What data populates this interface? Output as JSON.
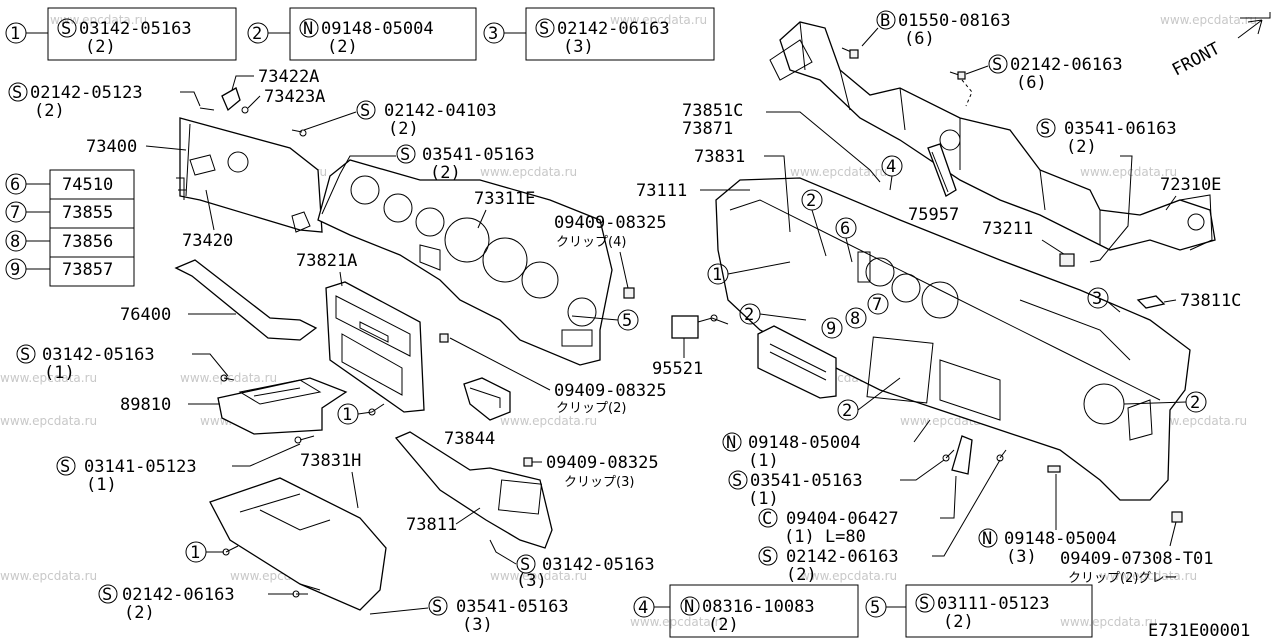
{
  "diagram_code": "E731E00001",
  "front_label": "FRONT",
  "watermark": "www.epcdata.ru",
  "legend_boxes": [
    {
      "num": "1",
      "prefix": "S",
      "part": "03142-05163",
      "qty": "(2)"
    },
    {
      "num": "2",
      "prefix": "N",
      "part": "09148-05004",
      "qty": "(2)"
    },
    {
      "num": "3",
      "prefix": "S",
      "part": "02142-06163",
      "qty": "(3)"
    },
    {
      "num": "4",
      "prefix": "N",
      "part": "08316-10083",
      "qty": "(2)"
    },
    {
      "num": "5",
      "prefix": "S",
      "part": "03111-05123",
      "qty": "(2)"
    }
  ],
  "side_table": [
    {
      "num": "6",
      "part": "74510"
    },
    {
      "num": "7",
      "part": "73855"
    },
    {
      "num": "8",
      "part": "73856"
    },
    {
      "num": "9",
      "part": "73857"
    }
  ],
  "fasteners": [
    {
      "prefix": "B",
      "part": "01550-08163",
      "qty": "(6)"
    },
    {
      "prefix": "S",
      "part": "02142-06163",
      "qty": "(6)"
    },
    {
      "prefix": "S",
      "part": "03541-06163",
      "qty": "(2)"
    },
    {
      "prefix": "S",
      "part": "02142-05123",
      "qty": "(2)"
    },
    {
      "prefix": "S",
      "part": "02142-04103",
      "qty": "(2)"
    },
    {
      "prefix": "S",
      "part": "03541-05163",
      "qty": "(2)"
    },
    {
      "prefix": "S",
      "part": "03142-05163",
      "qty": "(1)"
    },
    {
      "prefix": "S",
      "part": "03141-05123",
      "qty": "(1)"
    },
    {
      "prefix": "S",
      "part": "02142-06163",
      "qty": "(2)"
    },
    {
      "prefix": "S",
      "part": "03541-05163",
      "qty": "(3)"
    },
    {
      "prefix": "S",
      "part": "03142-05163",
      "qty": "(3)"
    },
    {
      "prefix": "N",
      "part": "09148-05004",
      "qty": "(1)"
    },
    {
      "prefix": "S",
      "part": "03541-05163",
      "qty": "(1)"
    },
    {
      "prefix": "C",
      "part": "09404-06427",
      "qty": "(1) L=80"
    },
    {
      "prefix": "S",
      "part": "02142-06163",
      "qty": "(2)"
    },
    {
      "prefix": "N",
      "part": "09148-05004",
      "qty": "(3)"
    }
  ],
  "clips": [
    {
      "part": "09409-08325",
      "note": "クリップ(4)"
    },
    {
      "part": "09409-08325",
      "note": "クリップ(2)"
    },
    {
      "part": "09409-08325",
      "note": "クリップ(3)"
    },
    {
      "part": "09409-07308-T01",
      "note": "クリップ(2)グレー"
    }
  ],
  "parts": {
    "p73422A": "73422A",
    "p73423A": "73423A",
    "p73400": "73400",
    "p73420": "73420",
    "p73311E": "73311E",
    "p73821A": "73821A",
    "p76400": "76400",
    "p89810": "89810",
    "p73844": "73844",
    "p73831H": "73831H",
    "p73811": "73811",
    "p73851C": "73851C",
    "p73871": "73871",
    "p73831": "73831",
    "p73111": "73111",
    "p75957": "75957",
    "p72310E": "72310E",
    "p73211": "73211",
    "p73811C": "73811C",
    "p95521": "95521"
  }
}
